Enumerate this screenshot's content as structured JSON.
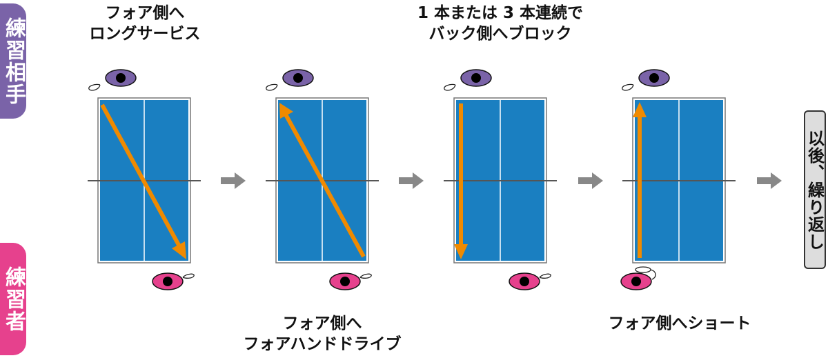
{
  "roles": {
    "partner": "練習相手",
    "player": "練習者"
  },
  "steps": [
    {
      "caption_lines": [
        "フォア側へ",
        "ロングサービス"
      ],
      "position": "top"
    },
    {
      "caption_lines": [
        "フォア側へ",
        "フォアハンドドライブ"
      ],
      "position": "bottom"
    },
    {
      "caption_lines": [
        "1 本または 3 本連続で",
        "バック側へブロック"
      ],
      "position": "top"
    },
    {
      "caption_lines": [
        "フォア側へショート"
      ],
      "position": "bottom"
    }
  ],
  "end_label": "以後、繰り返し",
  "colors": {
    "partner": "#7a63a8",
    "player": "#e6418d",
    "table": "#1a7fc1",
    "ball_path": "#f08a00",
    "flow_arrow": "#888888"
  }
}
